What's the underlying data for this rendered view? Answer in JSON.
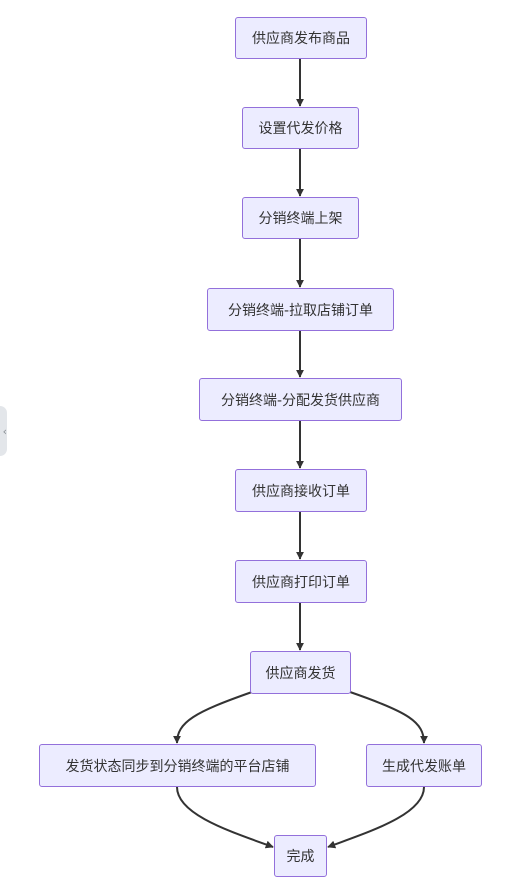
{
  "nodes": {
    "n1": "供应商发布商品",
    "n2": "设置代发价格",
    "n3": "分销终端上架",
    "n4": "分销终端-拉取店铺订单",
    "n5": "分销终端-分配发货供应商",
    "n6": "供应商接收订单",
    "n7": "供应商打印订单",
    "n8": "供应商发货",
    "n9": "发货状态同步到分销终端的平台店铺",
    "n10": "生成代发账单",
    "n11": "完成"
  },
  "edges": [
    [
      "n1",
      "n2"
    ],
    [
      "n2",
      "n3"
    ],
    [
      "n3",
      "n4"
    ],
    [
      "n4",
      "n5"
    ],
    [
      "n5",
      "n6"
    ],
    [
      "n6",
      "n7"
    ],
    [
      "n7",
      "n8"
    ],
    [
      "n8",
      "n9"
    ],
    [
      "n8",
      "n10"
    ],
    [
      "n9",
      "n11"
    ],
    [
      "n10",
      "n11"
    ]
  ],
  "colors": {
    "node_fill": "#ececff",
    "node_border": "#9370db",
    "edge": "#333333"
  },
  "side_handle": {
    "icon": "chevron-left-icon",
    "glyph": "‹"
  }
}
